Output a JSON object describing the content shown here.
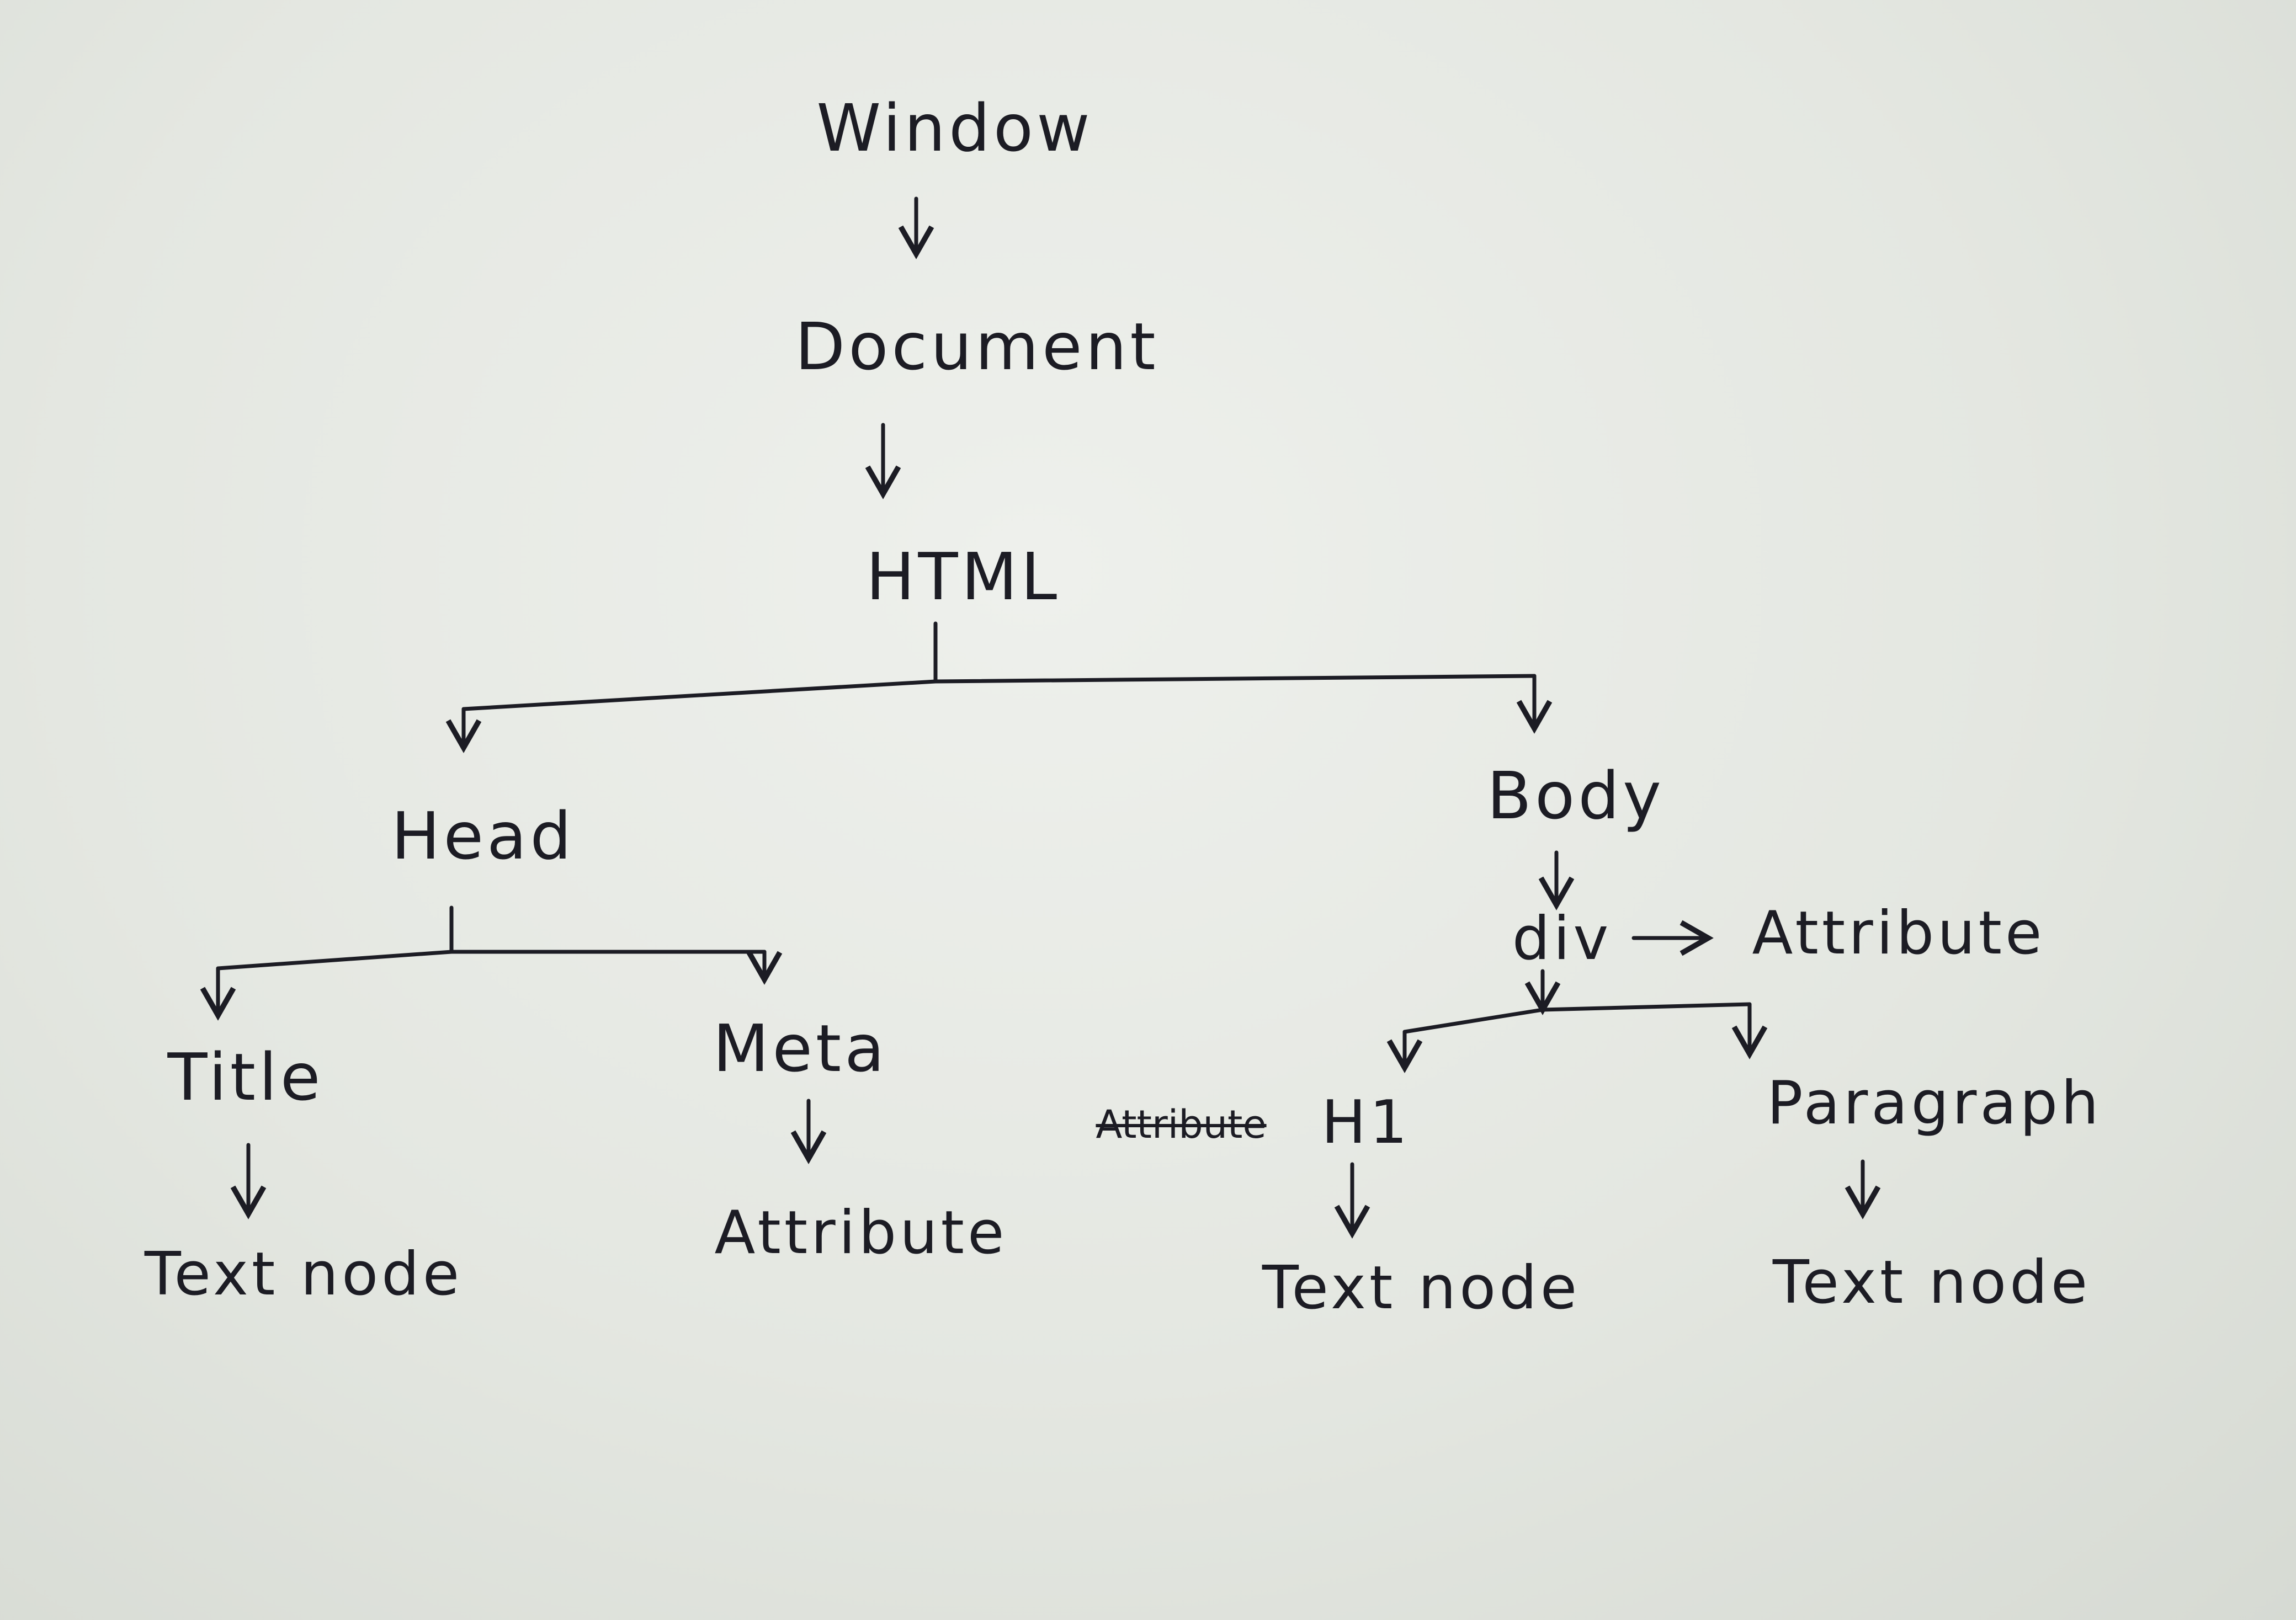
{
  "diagram": {
    "nodes": {
      "window": "Window",
      "document": "Document",
      "html": "HTML",
      "head": "Head",
      "body": "Body",
      "title": "Title",
      "meta": "Meta",
      "div": "div",
      "div_attribute": "Attribute",
      "title_text_node": "Text node",
      "meta_attribute": "Attribute",
      "h1": "H1",
      "h1_attribute": "Attribute",
      "paragraph": "Paragraph",
      "h1_text_node": "Text node",
      "paragraph_text_node": "Text node"
    },
    "ink_color": "#1c1c24",
    "paper_color": "#e6e9e3"
  }
}
